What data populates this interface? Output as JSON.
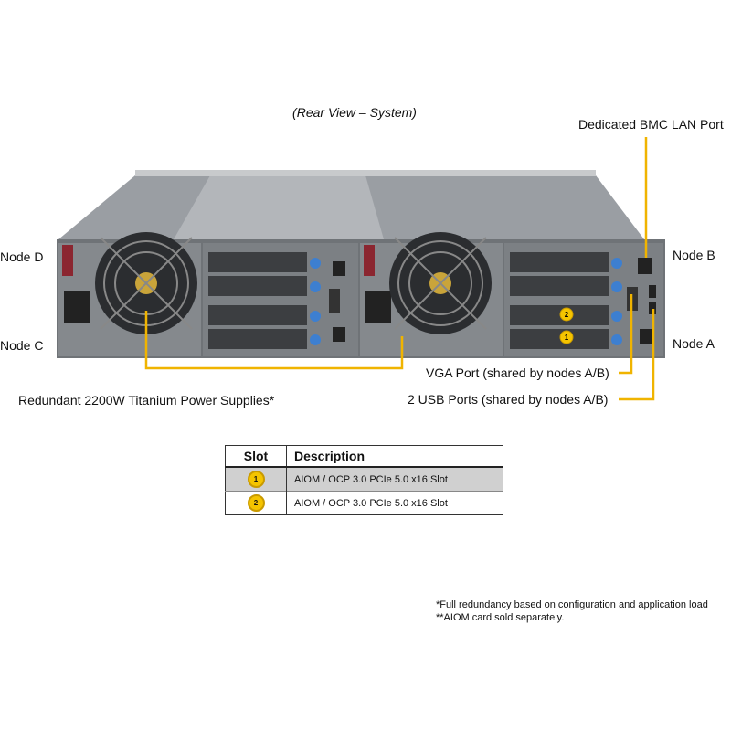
{
  "title": "(Rear View – System)",
  "callouts": {
    "bmc": "Dedicated BMC LAN Port",
    "node_a": "Node A",
    "node_b": "Node B",
    "node_c": "Node C",
    "node_d": "Node D",
    "psu": "Redundant  2200W Titanium  Power Supplies*",
    "vga": "VGA Port (shared by nodes A/B)",
    "usb": "2 USB Ports (shared by nodes A/B)"
  },
  "slot_markers": [
    "1",
    "2"
  ],
  "table": {
    "headers": [
      "Slot",
      "Description"
    ],
    "rows": [
      {
        "slot": "1",
        "description": "AIOM  / OCP 3.0 PCIe  5.0 x16 Slot"
      },
      {
        "slot": "2",
        "description": "AIOM  / OCP 3.0 PCIe  5.0 x16 Slot"
      }
    ]
  },
  "notes": [
    "*Full redundancy  based on configuration  and application load",
    "**AIOM card sold separately."
  ],
  "colors": {
    "callout": "#f0b400",
    "badge": "#f5c400"
  }
}
